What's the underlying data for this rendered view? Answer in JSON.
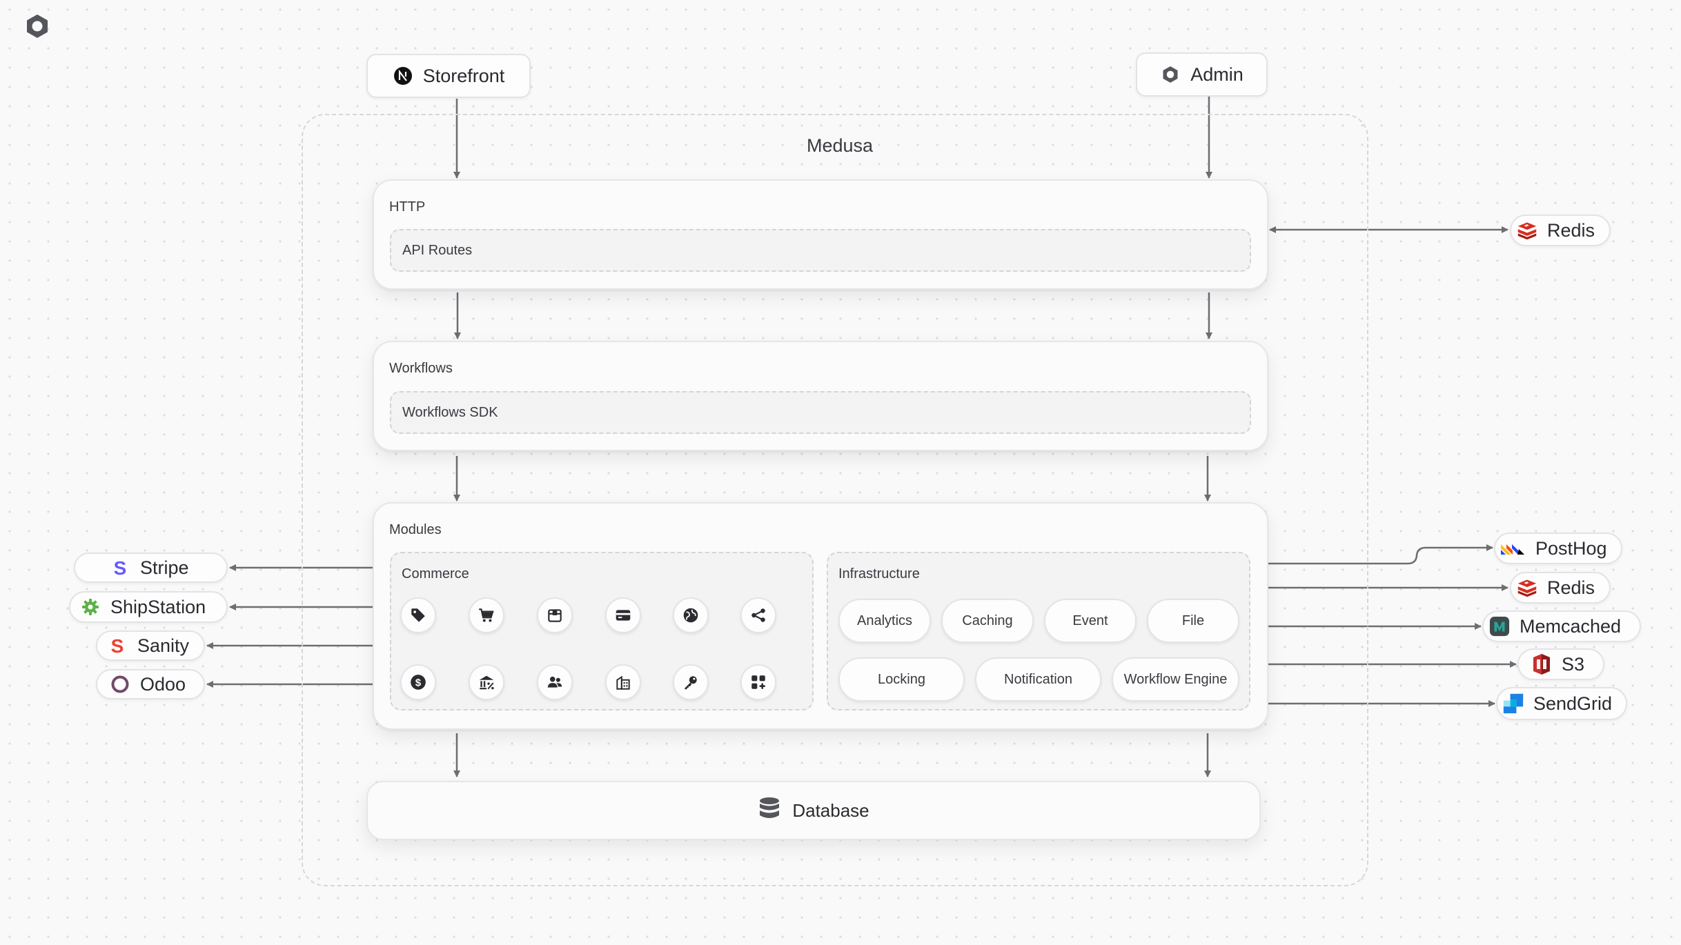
{
  "title": "Medusa",
  "clients": {
    "storefront": {
      "label": "Storefront",
      "icon": "nextjs-icon"
    },
    "admin": {
      "label": "Admin",
      "icon": "medusa-icon"
    }
  },
  "layers": {
    "http": {
      "title": "HTTP",
      "item": "API Routes"
    },
    "workflows": {
      "title": "Workflows",
      "item": "Workflows SDK"
    },
    "modules": {
      "title": "Modules",
      "commerce": {
        "title": "Commerce",
        "icons": [
          "tag-icon",
          "cart-icon",
          "box-icon",
          "credit-card-icon",
          "globe-icon",
          "share-nodes-icon",
          "dollar-coin-icon",
          "bank-percent-icon",
          "users-icon",
          "building-icon",
          "key-icon",
          "squares-plus-icon"
        ]
      },
      "infrastructure": {
        "title": "Infrastructure",
        "items": [
          "Analytics",
          "Caching",
          "Event",
          "File",
          "Locking",
          "Notification",
          "Workflow Engine"
        ]
      }
    }
  },
  "database": {
    "label": "Database",
    "icon": "database-icon"
  },
  "left_integrations": [
    {
      "label": "Stripe",
      "icon": "stripe-icon",
      "color": "#635bff"
    },
    {
      "label": "ShipStation",
      "icon": "shipstation-icon",
      "color": "#5cb246"
    },
    {
      "label": "Sanity",
      "icon": "sanity-icon",
      "color": "#f03e2f"
    },
    {
      "label": "Odoo",
      "icon": "odoo-icon",
      "color": "#714b67"
    }
  ],
  "right_integrations": [
    {
      "label": "Redis",
      "icon": "redis-icon",
      "color": "#d82c20"
    },
    {
      "label": "PostHog",
      "icon": "posthog-icon",
      "color": "#f54e00"
    },
    {
      "label": "Redis",
      "icon": "redis-icon",
      "color": "#d82c20"
    },
    {
      "label": "Memcached",
      "icon": "memcached-icon",
      "color": "#26a69a"
    },
    {
      "label": "S3",
      "icon": "s3-icon",
      "color": "#c8312e"
    },
    {
      "label": "SendGrid",
      "icon": "sendgrid-icon",
      "color": "#1a82e2"
    }
  ],
  "colors": {
    "connector": "#6d6d72",
    "frame_border": "#d6d6da",
    "icon": "#2b2b30"
  }
}
